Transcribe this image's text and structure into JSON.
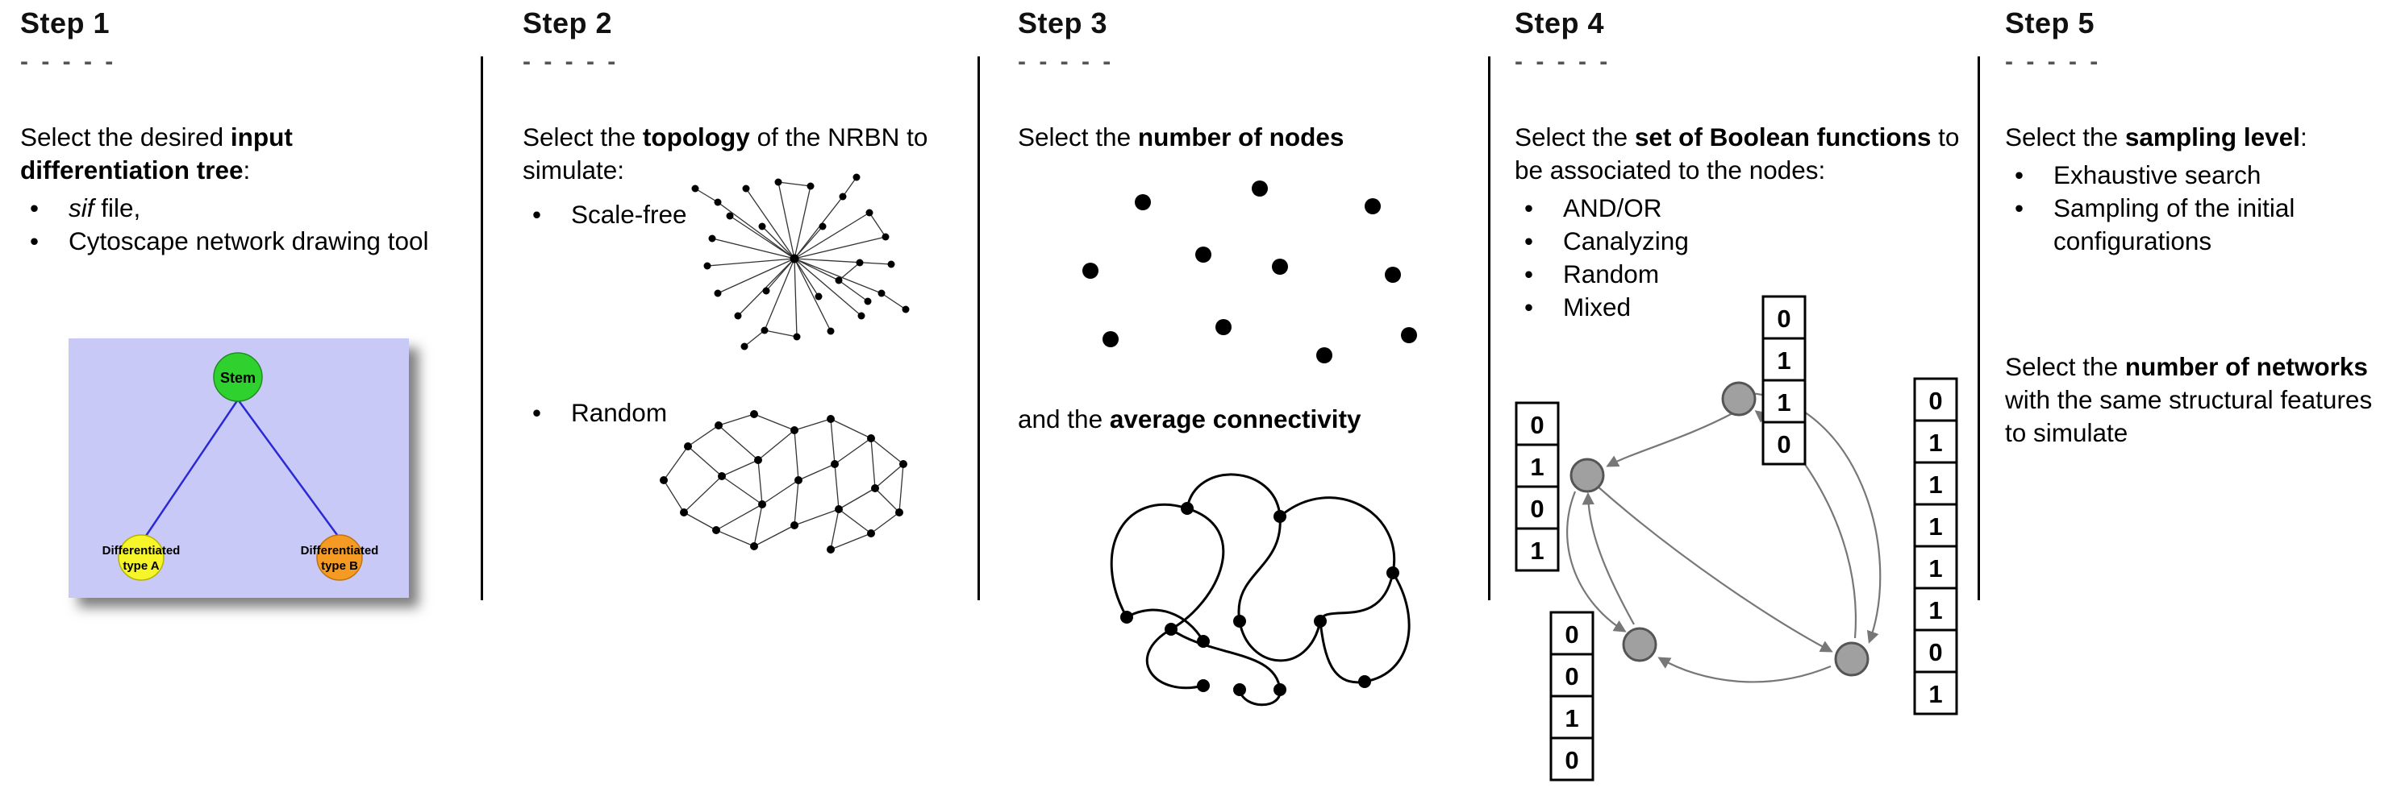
{
  "step1": {
    "title": "Step 1",
    "dashes": "- - - - -",
    "intro": {
      "pre": "Select the desired ",
      "bold": "input differentiation tree",
      "post": ":"
    },
    "bullet1": {
      "italic": "sif",
      "rest": " file,"
    },
    "bullet2": "Cytoscape network drawing tool",
    "tree": {
      "stem_label": "Stem",
      "type_a_line1": "Differentiated",
      "type_a_line2": "type A",
      "type_b_line1": "Differentiated",
      "type_b_line2": "type B",
      "colors": {
        "panel": "#c9c9f8",
        "stem": "#2fd12f",
        "type_a": "#f5f52a",
        "type_b": "#f59a23",
        "edge": "#2929d6"
      }
    }
  },
  "step2": {
    "title": "Step 2",
    "dashes": "- - - - -",
    "intro": {
      "pre": "Select the ",
      "bold": "topology",
      "post": " of the NRBN to simulate:"
    },
    "bullet1": "Scale-free",
    "bullet2": "Random"
  },
  "step3": {
    "title": "Step 3",
    "dashes": "- - - - -",
    "line1": {
      "pre": "Select the ",
      "bold": "number of nodes",
      "post": ""
    },
    "line2": {
      "pre": "and the ",
      "bold": "average connectivity",
      "post": ""
    }
  },
  "step4": {
    "title": "Step 4",
    "dashes": "- - - - -",
    "intro": {
      "pre": "Select the ",
      "bold": "set of Boolean functions",
      "post": " to be associated to the nodes:"
    },
    "bullets": [
      "AND/OR",
      "Canalyzing",
      "Random",
      "Mixed"
    ],
    "truth_columns": {
      "left": [
        "0",
        "1",
        "0",
        "1"
      ],
      "bottom_left": [
        "0",
        "0",
        "1",
        "0"
      ],
      "top": [
        "0",
        "1",
        "1",
        "0"
      ],
      "right": [
        "0",
        "1",
        "1",
        "1",
        "1",
        "1",
        "0",
        "1"
      ]
    }
  },
  "step5": {
    "title": "Step 5",
    "dashes": "- - - - -",
    "intro": {
      "pre": "Select the ",
      "bold": "sampling level",
      "post": ":"
    },
    "bullet1": "Exhaustive search",
    "bullet2": "Sampling of the initial configurations",
    "para2": {
      "pre": "Select the ",
      "bold": "number of networks",
      "post": " with the same structural features to simulate"
    }
  }
}
